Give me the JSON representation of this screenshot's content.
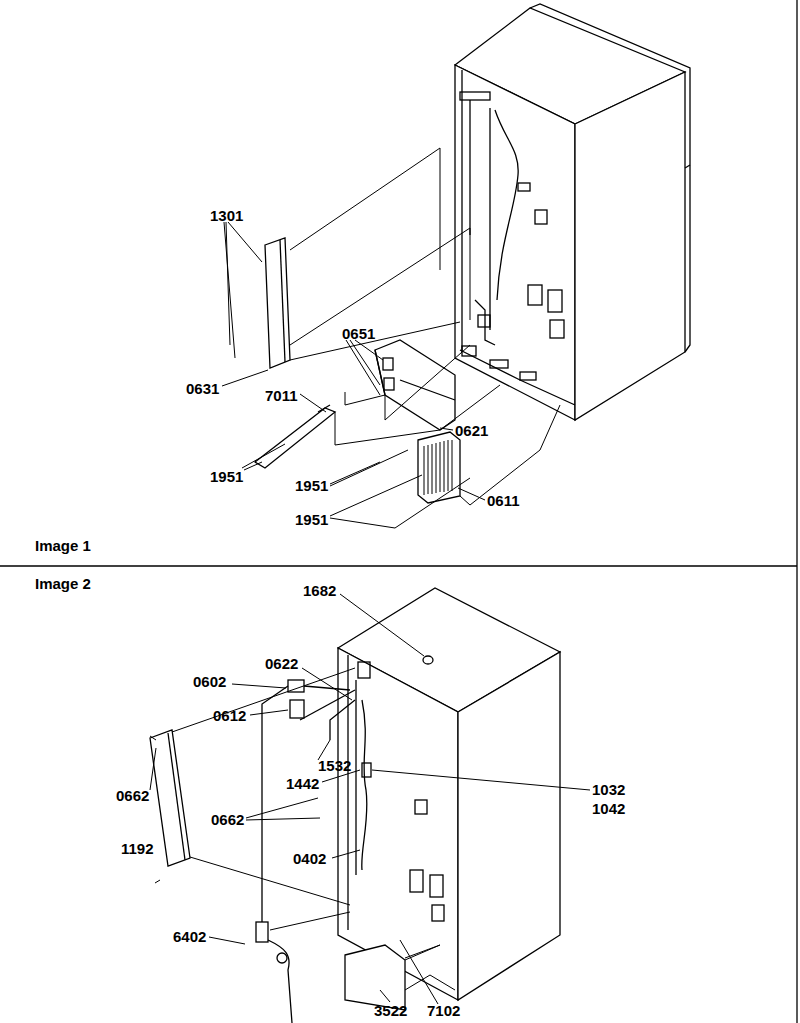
{
  "diagram": {
    "labels": [
      "1301",
      "0651",
      "0631",
      "7011",
      "0621",
      "1951",
      "1951",
      "0611",
      "1951",
      "Image 1",
      "Image 2",
      "1682",
      "0622",
      "0602",
      "1532",
      "0612",
      "1442",
      "1032",
      "1042",
      "0662",
      "0662",
      "1192",
      "0402",
      "6402",
      "3522",
      "7102"
    ]
  }
}
